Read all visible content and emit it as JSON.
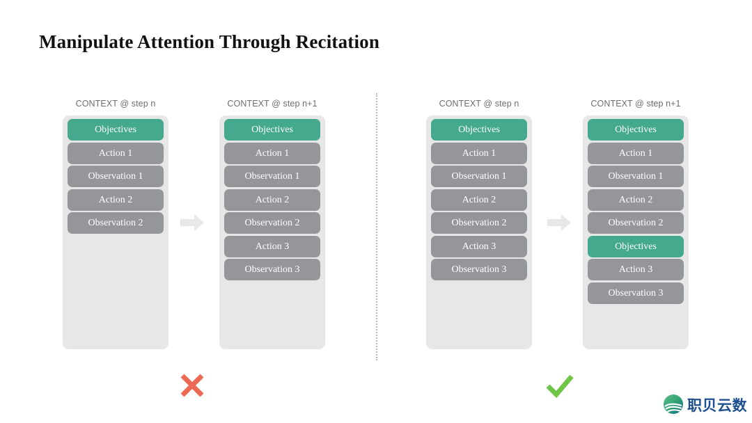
{
  "title": "Manipulate Attention Through Recitation",
  "colors": {
    "objective": "#45a98d",
    "normal": "#949699",
    "panel_bg": "#e7e7e7",
    "arrow": "#e8e8e8",
    "cross": "#ec6a53",
    "check": "#6fc546",
    "header_text": "#6d6d6d",
    "page_bg": "#ffffff"
  },
  "icons": {
    "arrow_left": "arrow-right-icon",
    "arrow_right": "arrow-right-icon",
    "cross": "cross-mark-icon",
    "check": "check-mark-icon",
    "logo": "wave-circle-logo-icon"
  },
  "panels": [
    {
      "id": "panel-a",
      "header": "CONTEXT @ step n",
      "items": [
        {
          "label": "Objectives",
          "kind": "objective"
        },
        {
          "label": "Action 1",
          "kind": "normal"
        },
        {
          "label": "Observation 1",
          "kind": "normal"
        },
        {
          "label": "Action 2",
          "kind": "normal"
        },
        {
          "label": "Observation 2",
          "kind": "normal"
        }
      ]
    },
    {
      "id": "panel-b",
      "header": "CONTEXT @ step n+1",
      "items": [
        {
          "label": "Objectives",
          "kind": "objective"
        },
        {
          "label": "Action 1",
          "kind": "normal"
        },
        {
          "label": "Observation 1",
          "kind": "normal"
        },
        {
          "label": "Action 2",
          "kind": "normal"
        },
        {
          "label": "Observation 2",
          "kind": "normal"
        },
        {
          "label": "Action 3",
          "kind": "normal"
        },
        {
          "label": "Observation 3",
          "kind": "normal"
        }
      ]
    },
    {
      "id": "panel-c",
      "header": "CONTEXT @ step n",
      "items": [
        {
          "label": "Objectives",
          "kind": "objective"
        },
        {
          "label": "Action 1",
          "kind": "normal"
        },
        {
          "label": "Observation 1",
          "kind": "normal"
        },
        {
          "label": "Action 2",
          "kind": "normal"
        },
        {
          "label": "Observation 2",
          "kind": "normal"
        },
        {
          "label": "Action 3",
          "kind": "normal"
        },
        {
          "label": "Observation 3",
          "kind": "normal"
        }
      ]
    },
    {
      "id": "panel-d",
      "header": "CONTEXT @ step n+1",
      "items": [
        {
          "label": "Objectives",
          "kind": "objective"
        },
        {
          "label": "Action 1",
          "kind": "normal"
        },
        {
          "label": "Observation 1",
          "kind": "normal"
        },
        {
          "label": "Action 2",
          "kind": "normal"
        },
        {
          "label": "Observation 2",
          "kind": "normal"
        },
        {
          "label": "Objectives",
          "kind": "objective"
        },
        {
          "label": "Action 3",
          "kind": "normal"
        },
        {
          "label": "Observation 3",
          "kind": "normal"
        }
      ]
    }
  ],
  "logo": {
    "text": "职贝云数"
  }
}
